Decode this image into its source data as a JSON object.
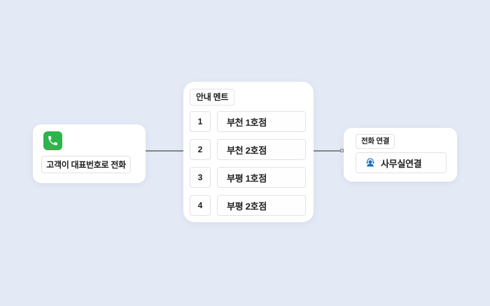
{
  "canvas": {
    "background": "#e4eaf5"
  },
  "nodes": {
    "incoming_call": {
      "icon": "phone-icon",
      "icon_bg": "#2fb34b",
      "icon_glyph_color": "#ffffff",
      "label": "고객이 대표번호로 전화"
    },
    "announcement": {
      "title": "안내 멘트",
      "items": [
        {
          "number": "1",
          "label": "부천 1호점"
        },
        {
          "number": "2",
          "label": "부천 2호점"
        },
        {
          "number": "3",
          "label": "부평 1호점"
        },
        {
          "number": "4",
          "label": "부평 2호점"
        }
      ]
    },
    "call_connect": {
      "title": "전화 연결",
      "icon": "support-agent-icon",
      "icon_color": "#1a6fb5",
      "label": "사무실연결"
    }
  },
  "connectors": {
    "color": "#858585",
    "endpoint_color": "#d6d6d6"
  }
}
